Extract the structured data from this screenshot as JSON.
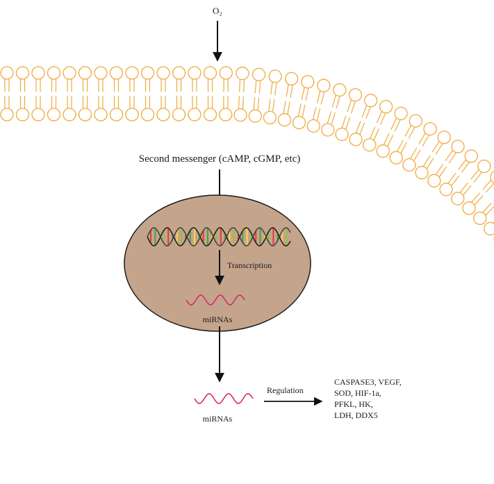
{
  "labels": {
    "oxygen": "O₂",
    "second_messenger": "Second messenger (cAMP, cGMP, etc)",
    "transcription": "Transcription",
    "mirnas_inside": "miRNAs",
    "mirnas_outside": "miRNAs",
    "regulation": "Regulation",
    "targets": [
      "CASPASE3, VEGF,",
      "SOD, HIF-1a,",
      "PFKL, HK,",
      "LDH, DDX5"
    ]
  },
  "colors": {
    "membrane": "#F0A93C",
    "nucleus_fill": "#C5A48C",
    "nucleus_stroke": "#1a1a1a",
    "mirna": "#D6286E",
    "dna_strand_a": "#222222",
    "dna_strand_b": "#444444",
    "arrow": "#111111",
    "base_pairs": [
      "#E53935",
      "#43A047",
      "#FDD835",
      "#8BC34A"
    ]
  },
  "icons": {
    "dna": "dna-double-helix-icon",
    "mirna": "rna-wave-icon"
  }
}
